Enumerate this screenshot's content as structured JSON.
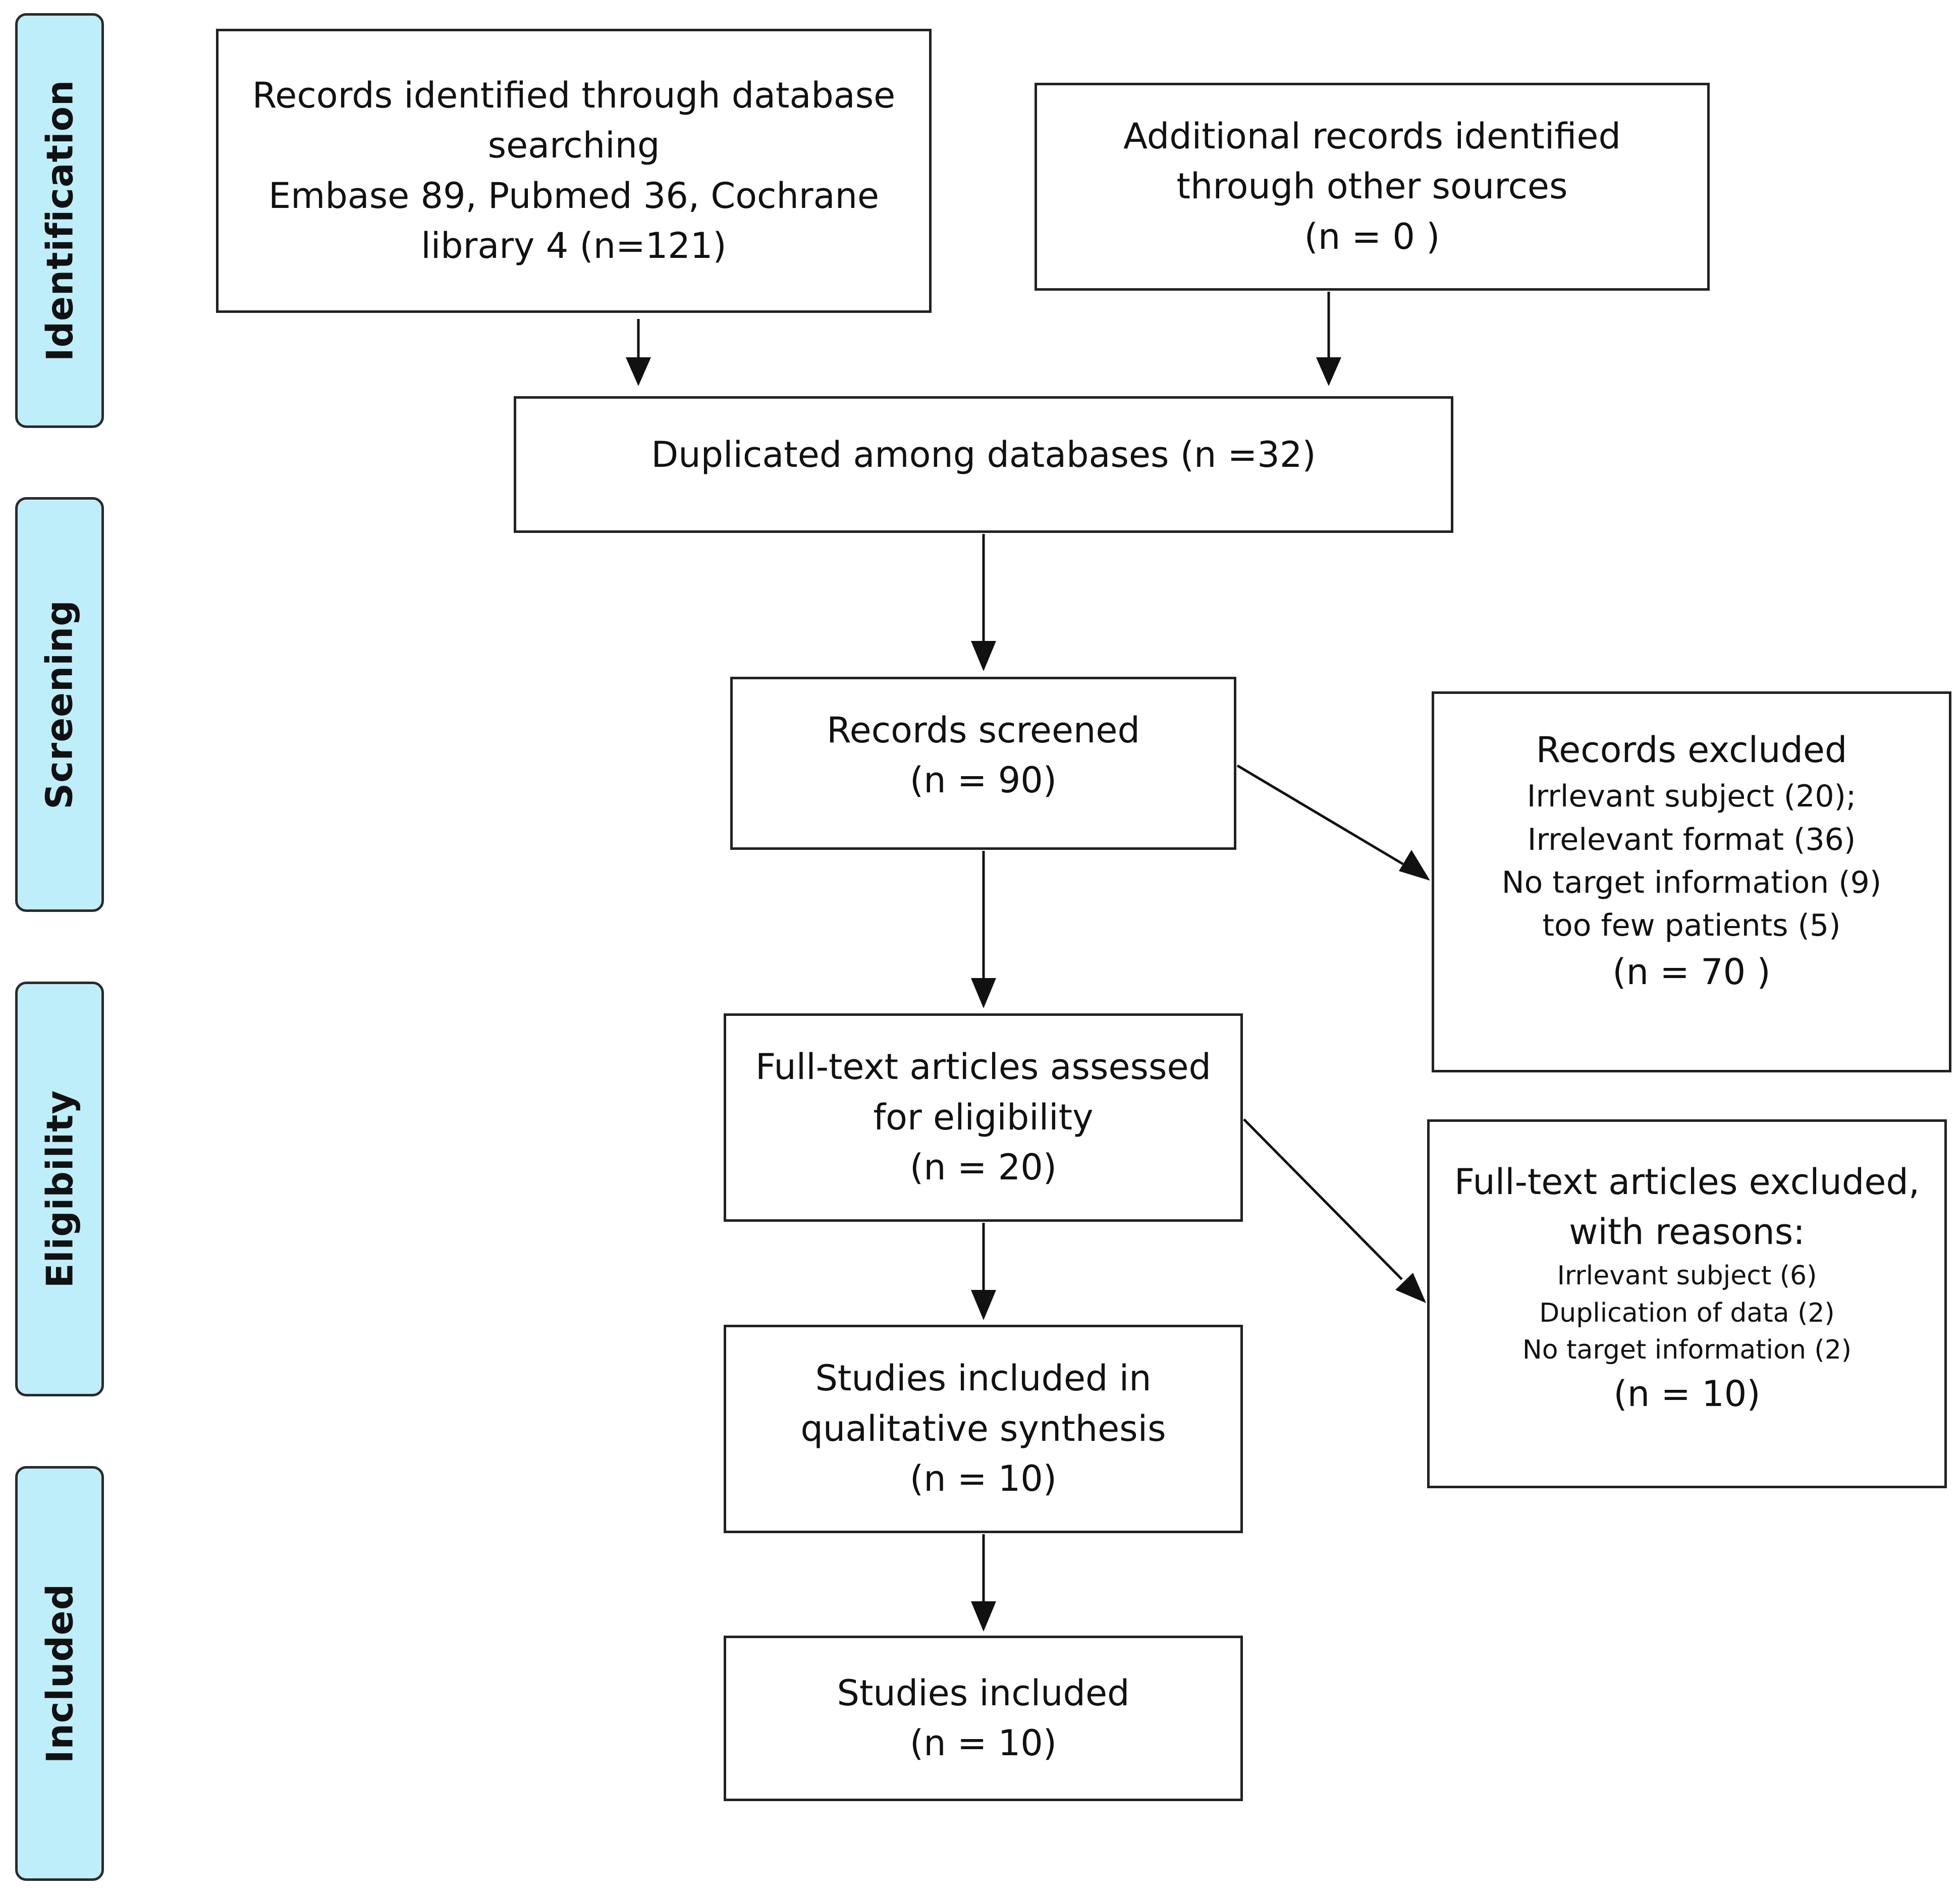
{
  "phases": {
    "identification": "Identification",
    "screening": "Screening",
    "eligibility": "Eligibility",
    "included": "Included"
  },
  "boxes": {
    "database_records": [
      "Records identified through database",
      "searching",
      "Embase 89, Pubmed 36, Cochrane",
      "library 4 (n=121)"
    ],
    "other_sources": [
      "Additional records identified",
      "through other sources",
      "(n = 0 )"
    ],
    "duplicated": [
      "Duplicated among databases (n =32)"
    ],
    "screened": [
      "Records screened",
      "(n = 90)"
    ],
    "excluded_records": {
      "title": "Records excluded",
      "reasons": [
        "Irrlevant subject (20);",
        "Irrelevant format (36)",
        "No target information  (9)",
        "too few patients (5)"
      ],
      "total": "(n = 70 )"
    },
    "fulltext_assessed": [
      "Full-text articles assessed",
      "for eligibility",
      "(n = 20)"
    ],
    "fulltext_excluded": {
      "title": [
        "Full-text articles excluded,",
        "with reasons:"
      ],
      "reasons": [
        "Irrlevant subject (6)",
        "Duplication of data (2)",
        "No target information (2)"
      ],
      "total": "(n = 10)"
    },
    "qualitative": [
      "Studies included in",
      "qualitative synthesis",
      "(n = 10)"
    ],
    "studies_included": [
      "Studies included",
      "(n = 10)"
    ]
  },
  "colors": {
    "phase_fill": "#bfeefb",
    "border": "#222222",
    "arrow": "#111111"
  }
}
